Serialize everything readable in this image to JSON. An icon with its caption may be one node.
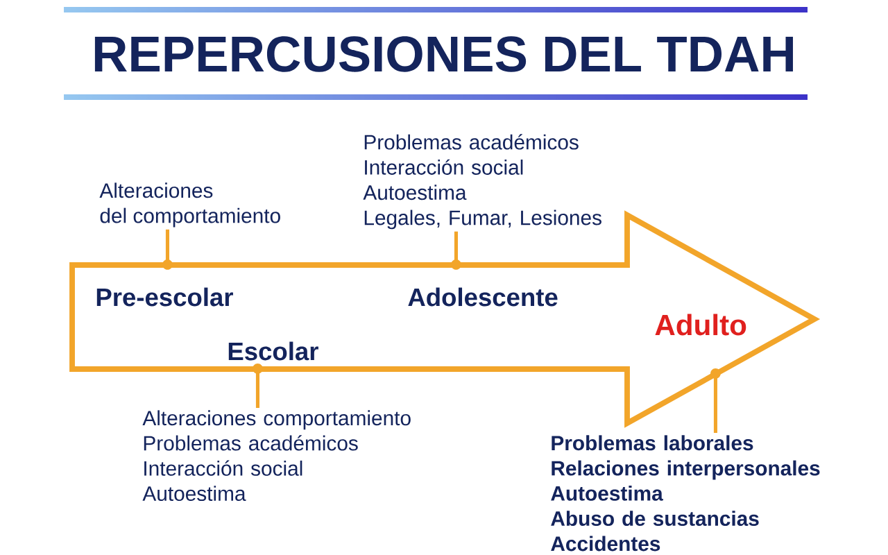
{
  "diagram": {
    "title": "REPERCUSIONES DEL TDAH",
    "nodes": [
      {
        "text": [
          "Pre-escolar",
          "Adolescente",
          "Escolar",
          "Adulto"
        ]
      },
      {
        "text": [
          "Alteraciones del comportamiento"
        ]
      },
      {
        "text": [
          "Problemas académicos",
          "Interacción social",
          "Autoestima",
          "Legales, Fumar, Lesiones"
        ]
      },
      {
        "text": [
          "Alteraciones comportamiento",
          "Problemas académicos",
          "Interacción social",
          "Autoestima"
        ]
      },
      {
        "text": [
          "Problemas laborales",
          "Relaciones interpersonales",
          "Autoestima",
          "Abuso de sustancias",
          "Accidentes"
        ]
      }
    ],
    "edges": [
      {
        "from": 1,
        "to": 0,
        "arrow": "other"
      },
      {
        "from": 2,
        "to": 0,
        "arrow": "other"
      },
      {
        "from": 3,
        "to": 0,
        "arrow": "other"
      },
      {
        "from": 4,
        "to": 0,
        "arrow": "other"
      }
    ]
  }
}
